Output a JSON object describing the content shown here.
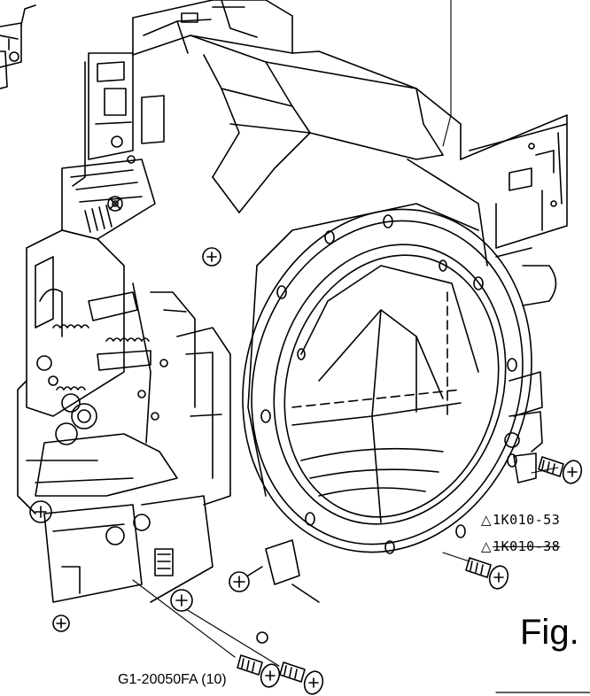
{
  "labels": {
    "part_a": {
      "symbol": "△",
      "code": "1K010-53"
    },
    "part_b": {
      "symbol": "△",
      "code": "1K010-38"
    },
    "figure": "Fig.",
    "screw_ref": "G1-20050FA (10)"
  },
  "colors": {
    "ink": "#000000",
    "paper": "#ffffff"
  }
}
